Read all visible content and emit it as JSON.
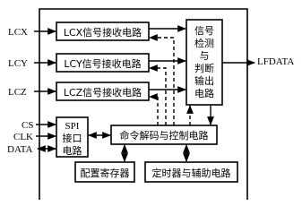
{
  "inputs": {
    "lcx": "LCX",
    "lcy": "LCY",
    "lcz": "LCZ",
    "cs": "CS",
    "clk": "CLK",
    "data": "DATA"
  },
  "output": "LFDATA",
  "blocks": {
    "rx_x": "LCX信号接收电路",
    "rx_y": "LCY信号接收电路",
    "rx_z": "LCZ信号接收电路",
    "detect_lines": [
      "信号",
      "检测",
      "与",
      "判断",
      "输出",
      "电路"
    ],
    "spi_lines": [
      "SPI",
      "接口",
      "电路"
    ],
    "cmd": "命令解码与控制电路",
    "config": "配置寄存器",
    "timer": "定时器与辅助电路"
  }
}
